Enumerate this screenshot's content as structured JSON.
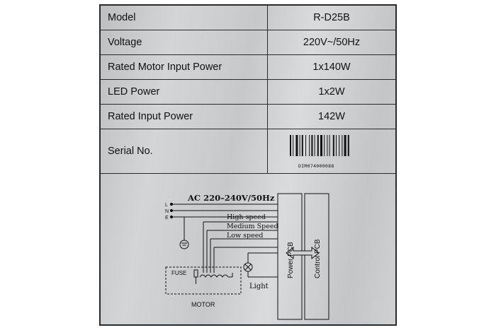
{
  "spec_table": {
    "rows": [
      {
        "label": "Model",
        "value": "R-D25B"
      },
      {
        "label": "Voltage",
        "value": "220V~/50Hz"
      },
      {
        "label": "Rated Motor Input  Power",
        "value": "1x140W"
      },
      {
        "label": "LED  Power",
        "value": "1x2W"
      },
      {
        "label": "Rated Input  Power",
        "value": "142W"
      }
    ],
    "serial_label": "Serial No.",
    "barcode_number": "DIM074000088"
  },
  "diagram": {
    "supply_label": "AC 220–240V/50Hz",
    "terminals": [
      "L",
      "N",
      "E"
    ],
    "speeds": {
      "high": "High speed",
      "medium": "Medium Speed",
      "low": "Low speed"
    },
    "fuse_label": "FUSE",
    "motor_label": "MOTOR",
    "light_label": "Light",
    "power_pcb_label": "Power PCB",
    "control_pcb_label": "Control PCB"
  },
  "colors": {
    "plate": "#cfd1d2",
    "ink": "#111111"
  }
}
